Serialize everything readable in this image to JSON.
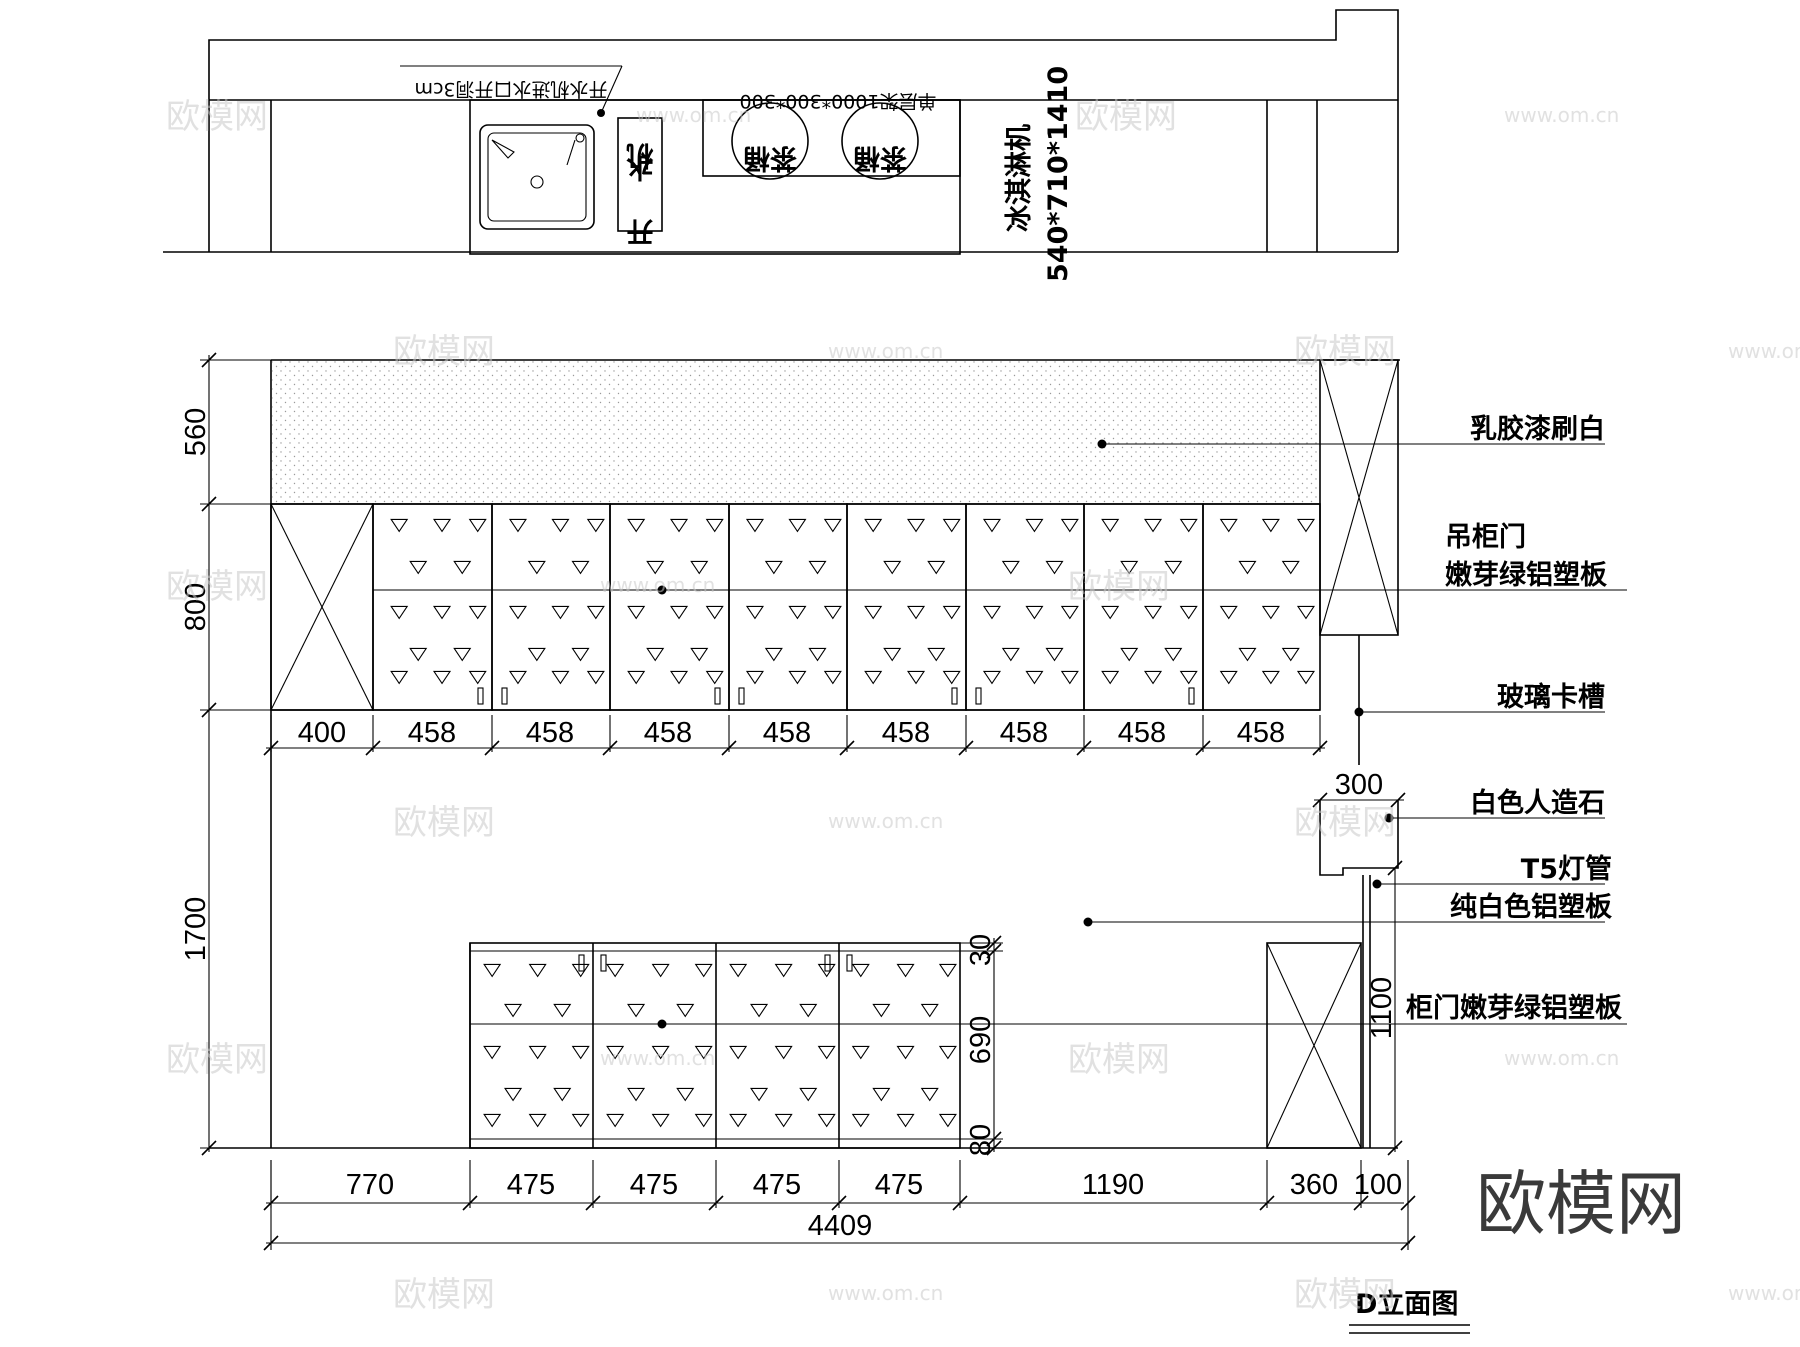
{
  "plan": {
    "top_label_faucet": "开水机进水口开洞3cm",
    "top_label_shelf": "单层架1000*300*300",
    "bucket_1": "茶桶",
    "bucket_2": "茶桶",
    "boiler_chars": [
      "开",
      "水",
      "机"
    ],
    "icecream_name": "冰淇淋机",
    "icecream_size": "540*710*1410"
  },
  "elevation": {
    "vertical_dims": [
      "560",
      "800",
      "1700"
    ],
    "upper_door_widths": [
      "400",
      "458",
      "458",
      "458",
      "458",
      "458",
      "458",
      "458",
      "458"
    ],
    "bottom_widths": [
      "770",
      "475",
      "475",
      "475",
      "475",
      "1190",
      "360",
      "100"
    ],
    "total": "4409",
    "side_width": "300",
    "base_dims": [
      "30",
      "690",
      "80"
    ],
    "side_height": "1100",
    "labels": {
      "paint": "乳胶漆刷白",
      "upper_door_1": "吊柜门",
      "upper_door_2": "嫩芽绿铝塑板",
      "glass": "玻璃卡槽",
      "stone": "白色人造石",
      "lamp": "T5灯管",
      "white_panel": "纯白色铝塑板",
      "lower_door": "柜门嫩芽绿铝塑板"
    },
    "title": "D立面图"
  },
  "watermark": {
    "logo": "欧模网",
    "url": "www.om.cn",
    "corner_logo": "欧模网"
  }
}
